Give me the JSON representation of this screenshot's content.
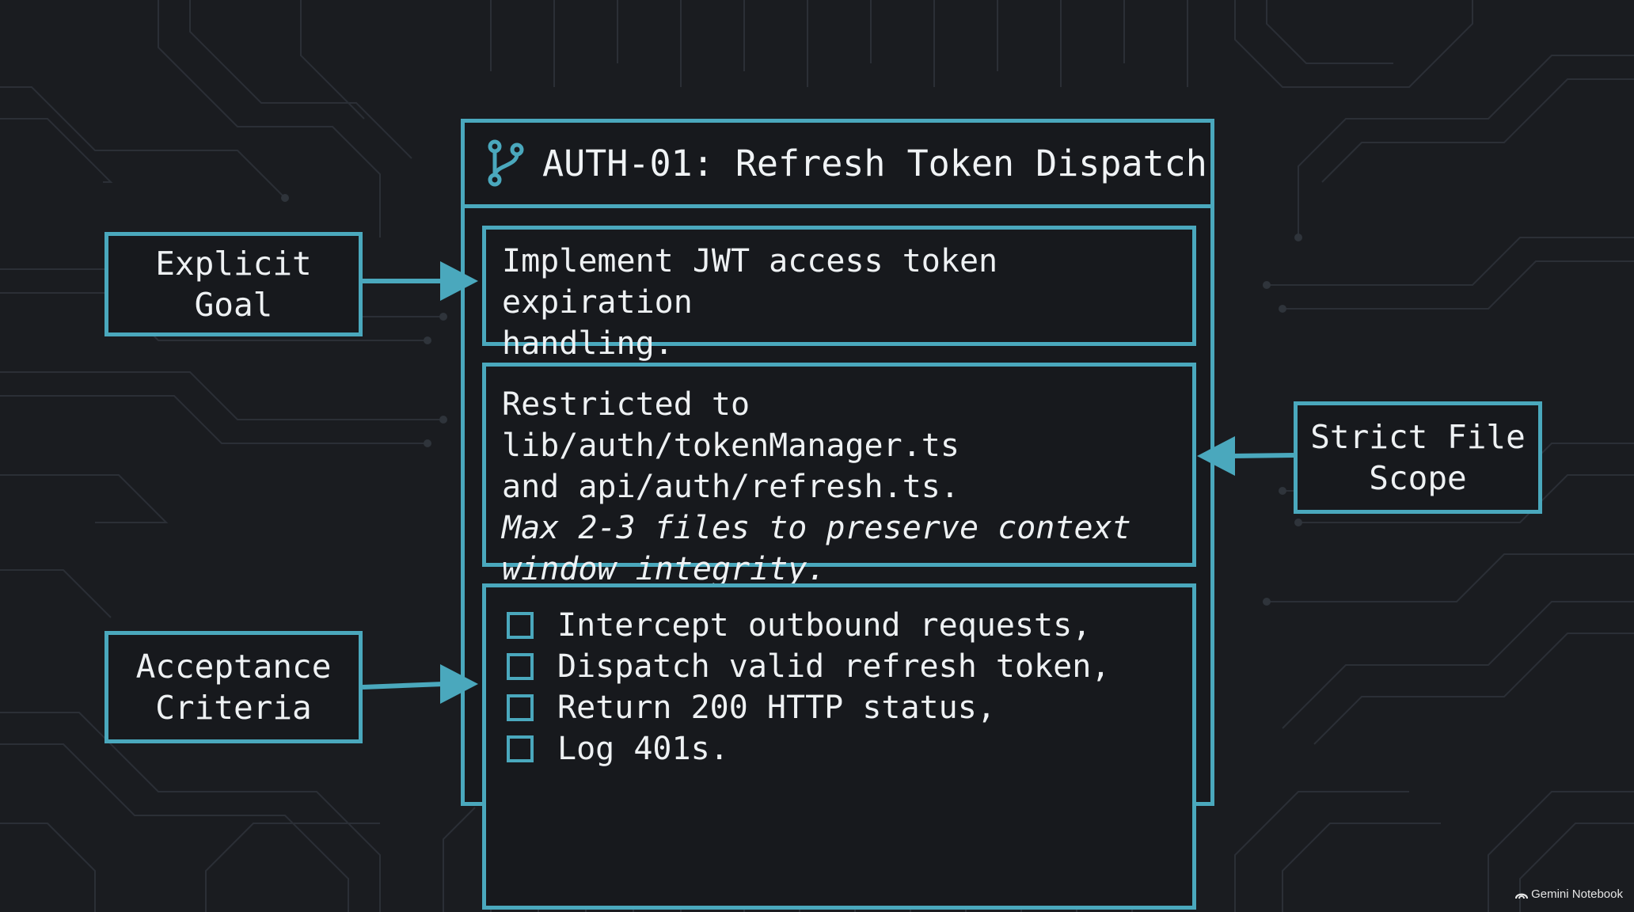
{
  "labels": {
    "explicit_goal": "Explicit Goal",
    "strict_file_scope_line1": "Strict File",
    "strict_file_scope_line2": "Scope",
    "acceptance_criteria_line1": "Acceptance",
    "acceptance_criteria_line2": "Criteria"
  },
  "card": {
    "title": "AUTH-01: Refresh Token Dispatch",
    "icon": "git-branch-icon",
    "goal": {
      "line1": "Implement JWT access token expiration",
      "line2": "handling."
    },
    "scope": {
      "line1": "Restricted to lib/auth/tokenManager.ts",
      "line2": "and api/auth/refresh.ts.",
      "note_line1": "Max 2-3 files to preserve context",
      "note_line2": "window integrity."
    },
    "criteria": [
      {
        "text": "Intercept outbound requests,",
        "checked": false
      },
      {
        "text": "Dispatch valid refresh token,",
        "checked": false
      },
      {
        "text": "Return 200 HTTP status,",
        "checked": false
      },
      {
        "text": "Log 401s.",
        "checked": false
      }
    ]
  },
  "watermark": "Gemini Notebook",
  "colors": {
    "accent": "#4aa8bd",
    "background": "#1a1c20",
    "text": "#eef1f3"
  }
}
